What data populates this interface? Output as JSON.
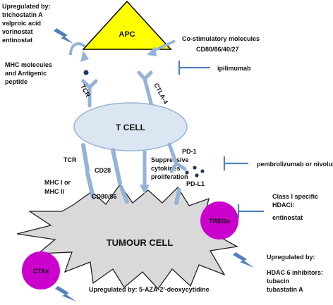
{
  "nodes": {
    "apc": "APC",
    "t_cell": "T CELL",
    "tumour_cell": "TUMOUR CELL",
    "ctas": "CTAs",
    "tregs": "TREGs"
  },
  "labels": {
    "tcr_top": "TCR",
    "ctla4": "CTLA-4",
    "tcr_left": "TCR",
    "cd28": "CD28",
    "pd1": "PD-1",
    "pdl1": "PD-L1",
    "cd80_86": "CD80/86",
    "mhc_i_or": "MHC I or",
    "mhc_ii": "MHC II",
    "suppressive_1": "Suppressive",
    "suppressive_2": "cytokines",
    "suppressive_3": "proliferation"
  },
  "annotations": {
    "upreg_top": [
      "Upregulated by:",
      "trichostatin A",
      "valproic acid",
      "vorinostat",
      "entinostat"
    ],
    "mhc_antigen": [
      "MHC molecules",
      "and Antigenic",
      "peptide"
    ],
    "costim": [
      "Co-stimulatory molecules",
      "CD80/86/40/27"
    ],
    "ipilimumab": "ipilimumab",
    "pembro": "pembrolizumab or nivolumab",
    "class1": [
      "Class I specific",
      "HDACi:",
      "entinostat"
    ],
    "upreg_bottom_right": [
      "Upregulated by:",
      "HDAC 6 inhibitors:",
      "tubacin",
      "tubastatin A"
    ],
    "upreg_bottom_left": "Upregulated by: 5-AZA-2'-deoxycytidine"
  },
  "colors": {
    "apc_fill": "#ffff00",
    "tcell_fill": "#dce6f2",
    "tcell_stroke": "#95b3d7",
    "receptor": "#95b3d7",
    "tumour_fill": "#d9d9d9",
    "magenta": "#cc00cc",
    "inhibitor": "#4f81bd",
    "bolt": "#4f81bd"
  }
}
